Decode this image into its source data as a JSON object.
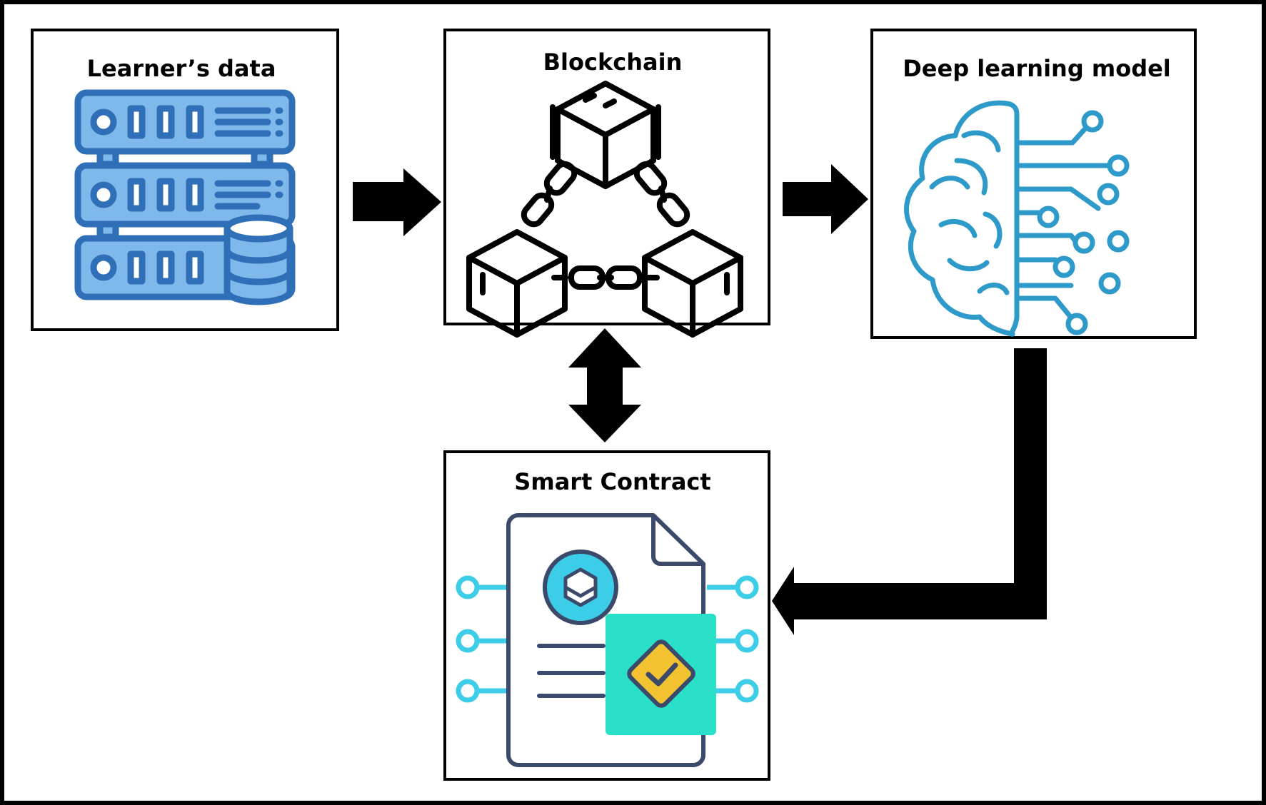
{
  "nodes": {
    "learner_data": {
      "label": "Learner’s data",
      "icon": "database-server-icon"
    },
    "blockchain": {
      "label": "Blockchain",
      "icon": "blockchain-icon"
    },
    "deep_learning": {
      "label": "Deep learning model",
      "icon": "brain-circuit-icon"
    },
    "smart_contract": {
      "label": "Smart Contract",
      "icon": "smart-contract-icon"
    }
  },
  "edges": [
    {
      "from": "learner_data",
      "to": "blockchain",
      "direction": "one-way"
    },
    {
      "from": "blockchain",
      "to": "deep_learning",
      "direction": "one-way"
    },
    {
      "from": "blockchain",
      "to": "smart_contract",
      "direction": "two-way"
    },
    {
      "from": "deep_learning",
      "to": "smart_contract",
      "direction": "one-way"
    }
  ],
  "colors": {
    "server_fill": "#7fb8ea",
    "server_stroke": "#2e6fb7",
    "brain_stroke": "#2d9ac9",
    "contract_outline": "#3b4a6b",
    "contract_accent": "#3ccde8",
    "contract_badge": "#2be0c8",
    "contract_check": "#f2c230",
    "ink": "#000000"
  }
}
